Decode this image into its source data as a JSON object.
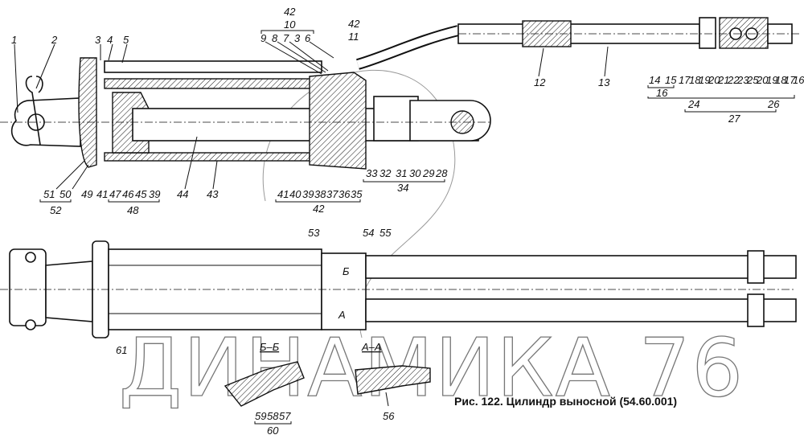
{
  "figure": {
    "caption": "Рис. 122. Цилиндр выносной (54.60.001)",
    "watermark": "ДИНАМИКА 76",
    "section_bb": "Б–Б",
    "section_aa": "А–А",
    "marker_b": "Б",
    "marker_a": "А"
  },
  "callouts_top": [
    "1",
    "2",
    "3",
    "4",
    "5",
    "9",
    "8",
    "7",
    "3",
    "6",
    "12",
    "13",
    "14",
    "15",
    "17",
    "18",
    "19",
    "20",
    "21",
    "22",
    "23",
    "25",
    "20",
    "19",
    "18",
    "17",
    "16"
  ],
  "groups_top": {
    "g10_top": "42",
    "g10": "10",
    "g11_top": "42",
    "g11": "11",
    "g16": "16",
    "g24": "24",
    "g26": "26",
    "g27": "27"
  },
  "callouts_mid": [
    "51",
    "50",
    "49",
    "41",
    "47",
    "46",
    "45",
    "39",
    "44",
    "43",
    "41",
    "40",
    "39",
    "38",
    "37",
    "36",
    "35",
    "33",
    "32",
    "31",
    "30",
    "29",
    "28"
  ],
  "groups_mid": {
    "g52": "52",
    "g48": "48",
    "g42": "42",
    "g34": "34"
  },
  "callouts_bottom": [
    "53",
    "54",
    "55",
    "61",
    "59",
    "58",
    "57",
    "56"
  ],
  "groups_bottom": {
    "g60": "60"
  }
}
